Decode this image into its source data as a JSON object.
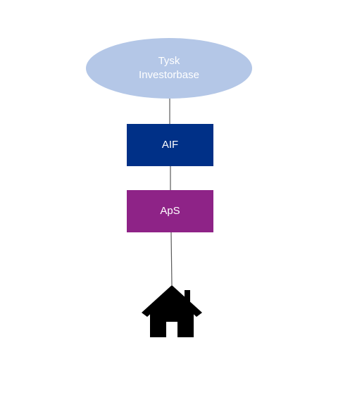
{
  "diagram": {
    "nodes": {
      "investor_base": {
        "line1": "Tysk",
        "line2": "Investorbase",
        "fill": "#b4c7e7"
      },
      "aif": {
        "label": "AIF",
        "fill": "#003087"
      },
      "aps": {
        "label": "ApS",
        "fill": "#8e2387"
      },
      "property": {
        "icon": "house-icon",
        "fill": "#000000"
      }
    },
    "connector_color": "#595959"
  }
}
